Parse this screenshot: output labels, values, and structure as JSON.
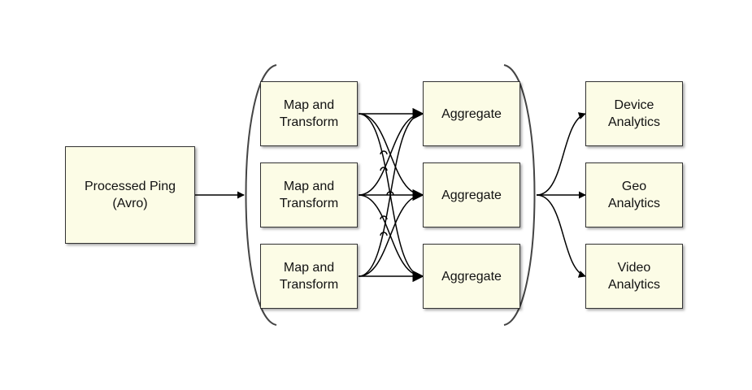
{
  "diagram": {
    "source": {
      "label": "Processed Ping\n(Avro)"
    },
    "mappers": [
      {
        "label": "Map and\nTransform"
      },
      {
        "label": "Map and\nTransform"
      },
      {
        "label": "Map and\nTransform"
      }
    ],
    "aggregators": [
      {
        "label": "Aggregate"
      },
      {
        "label": "Aggregate"
      },
      {
        "label": "Aggregate"
      }
    ],
    "outputs": [
      {
        "label": "Device\nAnalytics"
      },
      {
        "label": "Geo\nAnalytics"
      },
      {
        "label": "Video\nAnalytics"
      }
    ],
    "colors": {
      "node_fill": "#fcfce6",
      "node_border": "#333333",
      "edge": "#000000",
      "bracket": "#444444"
    }
  }
}
